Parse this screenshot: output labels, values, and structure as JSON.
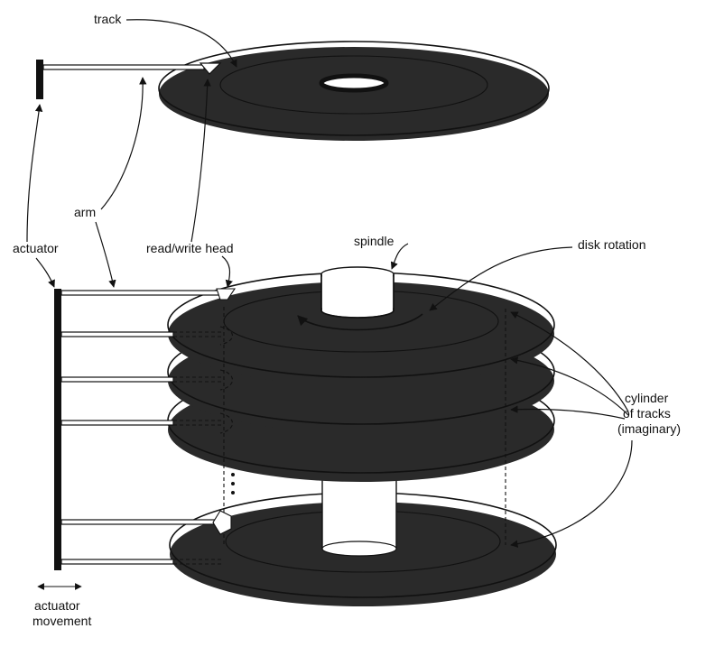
{
  "labels": {
    "track": "track",
    "actuator": "actuator",
    "arm": "arm",
    "read_write_head": "read/write head",
    "spindle": "spindle",
    "disk_rotation": "disk rotation",
    "cylinder_line1": "cylinder",
    "cylinder_line2": "of tracks",
    "cylinder_line3": "(imaginary)",
    "movement_line1": "actuator",
    "movement_line2": "movement"
  },
  "colors": {
    "ink": "#111111",
    "platter_edge": "#2a2a2a",
    "background": "#ffffff"
  }
}
